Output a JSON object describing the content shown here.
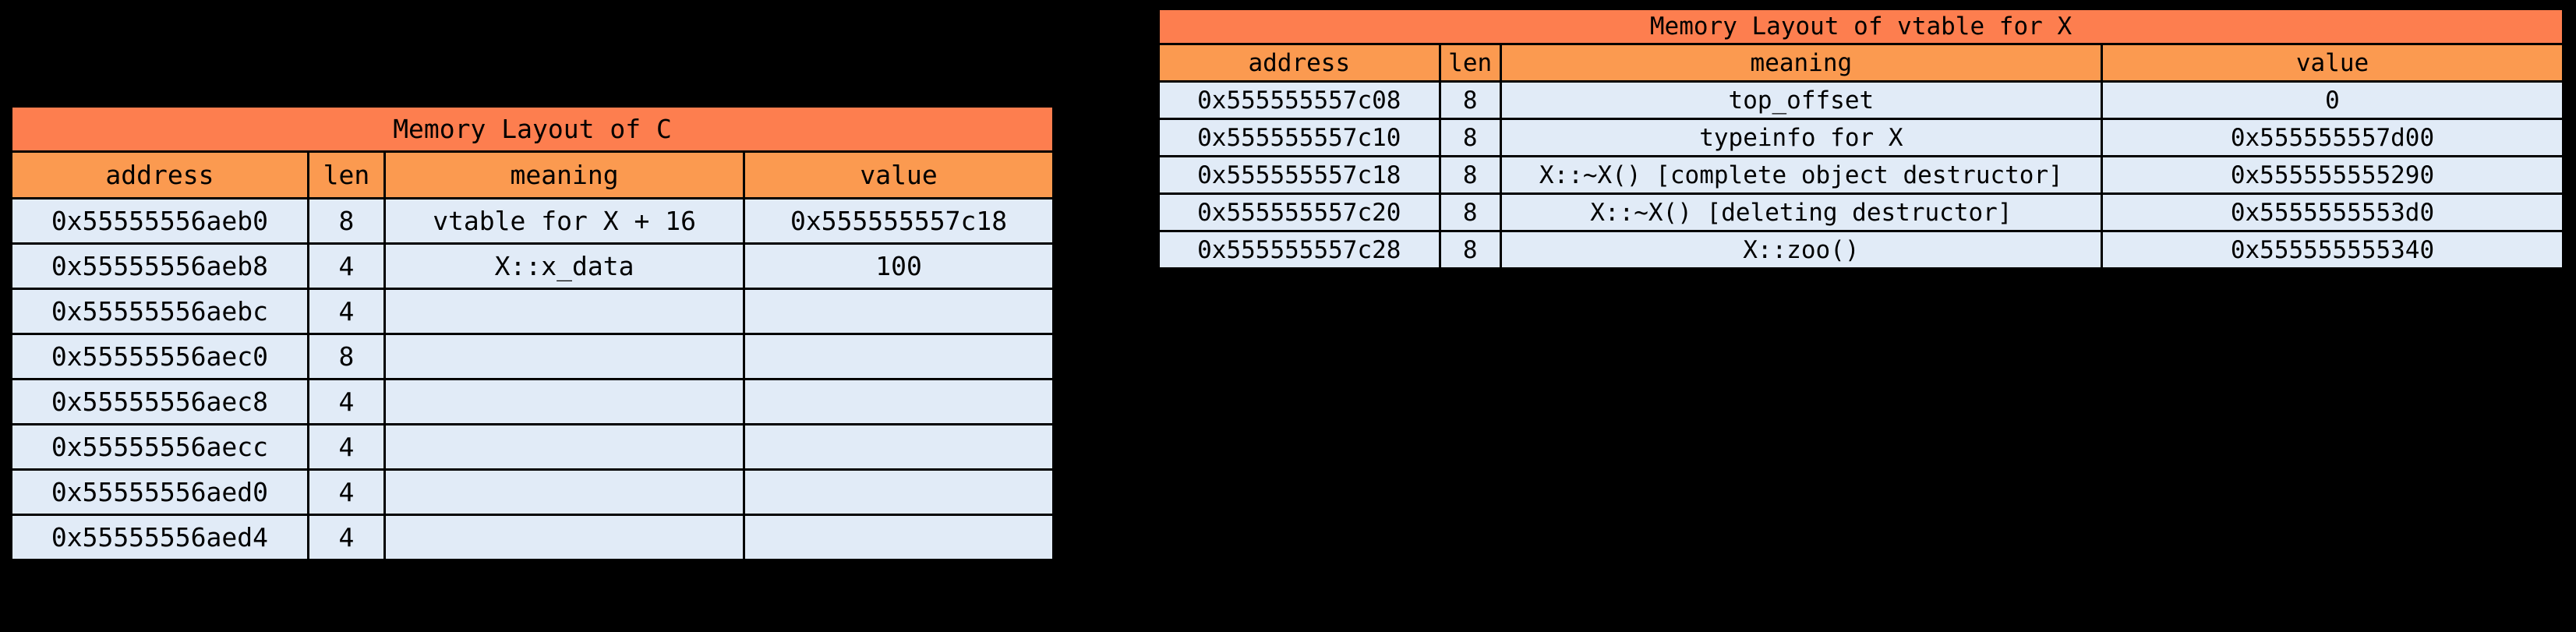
{
  "colors": {
    "background": "#000000",
    "title_bar": "#fd7e4f",
    "header_row": "#fb9a50",
    "body_cell": "#e1ebf7",
    "border": "#000000",
    "text": "#000000"
  },
  "tables": [
    {
      "id": "memory-layout-of-c",
      "title": "Memory Layout of C",
      "columns": [
        "address",
        "len",
        "meaning",
        "value"
      ],
      "rows": [
        {
          "address": "0x55555556aeb0",
          "len": "8",
          "meaning": "vtable for X + 16",
          "value": "0x555555557c18"
        },
        {
          "address": "0x55555556aeb8",
          "len": "4",
          "meaning": "X::x_data",
          "value": "100"
        },
        {
          "address": "0x55555556aebc",
          "len": "4",
          "meaning": "",
          "value": ""
        },
        {
          "address": "0x55555556aec0",
          "len": "8",
          "meaning": "",
          "value": ""
        },
        {
          "address": "0x55555556aec8",
          "len": "4",
          "meaning": "",
          "value": ""
        },
        {
          "address": "0x55555556aecc",
          "len": "4",
          "meaning": "",
          "value": ""
        },
        {
          "address": "0x55555556aed0",
          "len": "4",
          "meaning": "",
          "value": ""
        },
        {
          "address": "0x55555556aed4",
          "len": "4",
          "meaning": "",
          "value": ""
        }
      ]
    },
    {
      "id": "memory-layout-of-vtable-for-x",
      "title": "Memory Layout of vtable for X",
      "columns": [
        "address",
        "len",
        "meaning",
        "value"
      ],
      "rows": [
        {
          "address": "0x555555557c08",
          "len": "8",
          "meaning": "top_offset",
          "value": "0"
        },
        {
          "address": "0x555555557c10",
          "len": "8",
          "meaning": "typeinfo for X",
          "value": "0x555555557d00"
        },
        {
          "address": "0x555555557c18",
          "len": "8",
          "meaning": "X::~X() [complete object destructor]",
          "value": "0x555555555290"
        },
        {
          "address": "0x555555557c20",
          "len": "8",
          "meaning": "X::~X() [deleting destructor]",
          "value": "0x5555555553d0"
        },
        {
          "address": "0x555555557c28",
          "len": "8",
          "meaning": "X::zoo()",
          "value": "0x555555555340"
        }
      ]
    }
  ]
}
